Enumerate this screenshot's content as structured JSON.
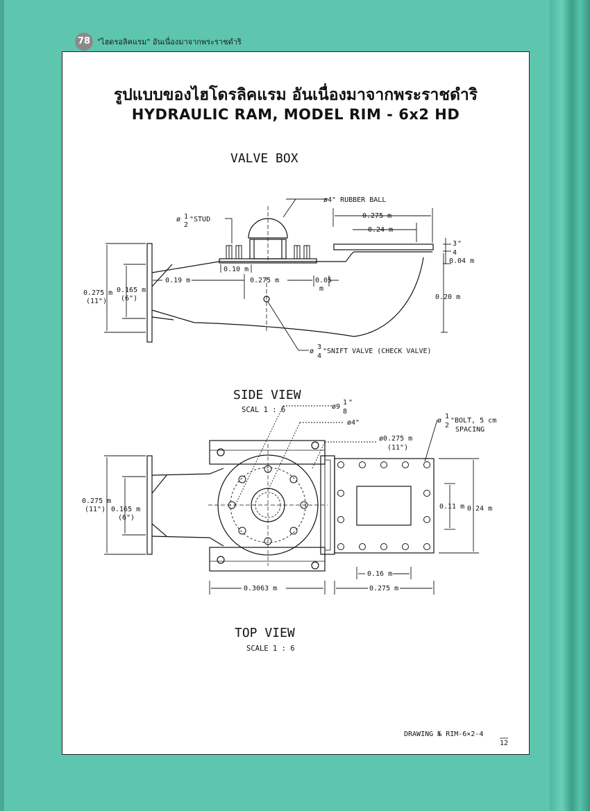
{
  "header": {
    "page_number": "78",
    "book_title": "\"ไฮดรอลิคแรม\" อันเนื่องมาจากพระราชดำริ"
  },
  "titles": {
    "thai": "รูปแบบของไฮโดรลิคแรม อันเนื่องมาจากพระราชดำริ",
    "english": "HYDRAULIC RAM, MODEL RIM - 6x2 HD"
  },
  "side_view": {
    "heading": "VALVE BOX",
    "name": "SIDE VIEW",
    "scale": "SCAL 1 : 6",
    "labels": {
      "rubber_ball": "ø4\" RUBBER BALL",
      "stud_dia": "ø",
      "stud_frac_num": "1",
      "stud_frac_den": "2",
      "stud": "\"STUD",
      "dim_0275_top": "0.275 m",
      "dim_024_top": "0.24 m",
      "frac_num": "3",
      "frac_den": "4",
      "inch": "\"",
      "dim_004": "0.04 m",
      "dim_010": "0.10 m",
      "dim_019": "0.19 m",
      "dim_0275_mid": "0.275 m",
      "dim_005": "0.05",
      "dim_005_unit": "m",
      "dim_020": "0.20 m",
      "dim_0275_left": "0.275 m",
      "dim_11_left": "(11\")",
      "dim_0165": "0.165 m",
      "dim_6": "(6\")",
      "snift_dia": "ø",
      "snift_num": "3",
      "snift_den": "4",
      "snift": "\"SNIFT VALVE (CHECK VALVE)"
    }
  },
  "top_view": {
    "name": "TOP VIEW",
    "scale": "SCALE 1 : 6",
    "labels": {
      "dia_9": "ø9",
      "dia_9_num": "1",
      "dia_9_den": "8",
      "dia_9_inch": "\"",
      "dia_4": "ø4\"",
      "dia_0275": "ø0.275 m",
      "dia_11": "(11\")",
      "bolt_dia": "ø",
      "bolt_num": "1",
      "bolt_den": "2",
      "bolt": "\"BOLT, 5 cm",
      "spacing": "SPACING",
      "dim_0275_left": "0.275 m",
      "dim_11_left": "(11\")",
      "dim_0165": "0.165 m",
      "dim_6": "(6\")",
      "dim_011": "0.11 m",
      "dim_024": "0.24 m",
      "dim_016": "0.16 m",
      "dim_03063": "0.3063 m",
      "dim_0275_bottom": "0.275 m"
    }
  },
  "drawing_number": "DRAWING № RIM-6×2-4",
  "drawing_sheets": "12"
}
